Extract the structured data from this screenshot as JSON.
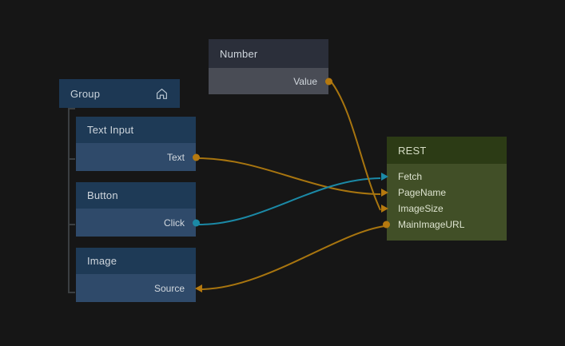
{
  "canvas": {
    "background": "#161616",
    "wire_orange": "#a8750f",
    "wire_cyan": "#1b89a6"
  },
  "nodes": {
    "group": {
      "title": "Group",
      "icon": "home-icon",
      "header_color": "#1d3854"
    },
    "text_input": {
      "title": "Text Input",
      "header_color": "#1e3a56",
      "body_color": "#2f4a6a",
      "ports": [
        {
          "label": "Text",
          "direction": "output",
          "marker": "circle",
          "color": "#b5790f"
        }
      ]
    },
    "button": {
      "title": "Button",
      "header_color": "#1e3a56",
      "body_color": "#2f4a6a",
      "ports": [
        {
          "label": "Click",
          "direction": "output",
          "marker": "circle",
          "color": "#1b89a6"
        }
      ]
    },
    "image": {
      "title": "Image",
      "header_color": "#1e3a56",
      "body_color": "#2f4a6a",
      "ports": [
        {
          "label": "Source",
          "direction": "input",
          "marker": "arrow",
          "color": "#b5790f"
        }
      ]
    },
    "number": {
      "title": "Number",
      "header_color": "#2b2f3a",
      "body_color": "#494c55",
      "ports": [
        {
          "label": "Value",
          "direction": "output",
          "marker": "circle",
          "color": "#b5790f"
        }
      ]
    },
    "rest": {
      "title": "REST",
      "header_color": "#2c3b15",
      "body_color": "#414f27",
      "ports": [
        {
          "label": "Fetch",
          "direction": "input",
          "marker": "arrow",
          "color": "#1b89a6"
        },
        {
          "label": "PageName",
          "direction": "input",
          "marker": "arrow",
          "color": "#b5790f"
        },
        {
          "label": "ImageSize",
          "direction": "input",
          "marker": "arrow",
          "color": "#b5790f"
        },
        {
          "label": "MainImageURL",
          "direction": "output",
          "marker": "circle",
          "color": "#b5790f"
        }
      ]
    }
  },
  "connections": [
    {
      "from": "text_input.Text",
      "to": "rest.PageName",
      "color": "#a8750f"
    },
    {
      "from": "button.Click",
      "to": "rest.Fetch",
      "color": "#1b89a6"
    },
    {
      "from": "number.Value",
      "to": "rest.ImageSize",
      "color": "#a8750f"
    },
    {
      "from": "rest.MainImageURL",
      "to": "image.Source",
      "color": "#a8750f"
    }
  ]
}
